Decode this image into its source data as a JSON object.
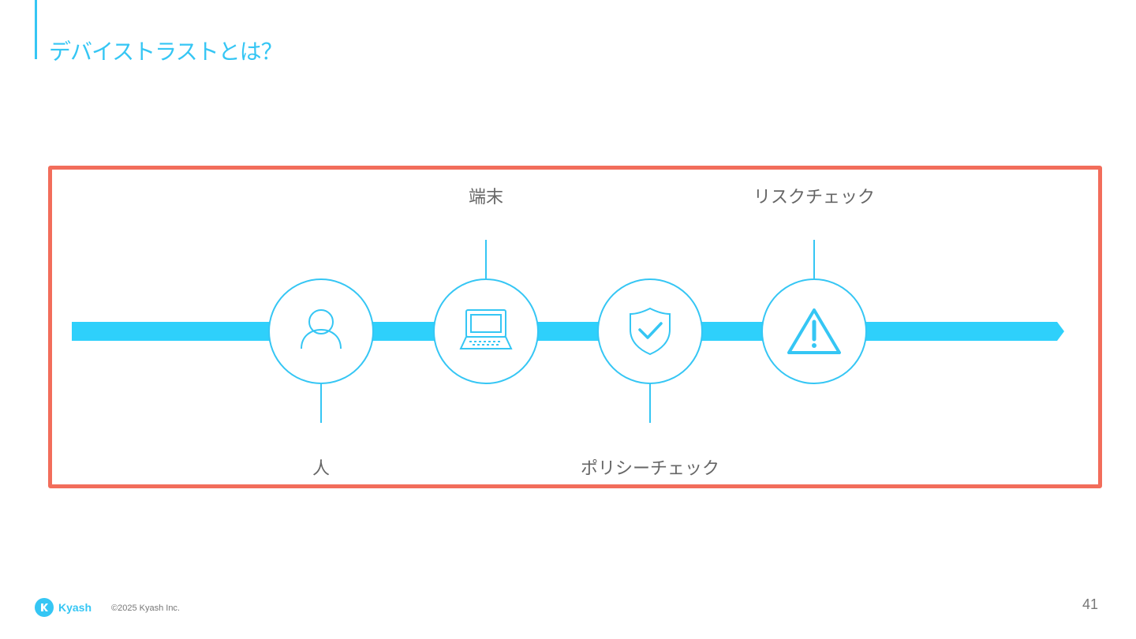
{
  "slide": {
    "title": "デバイストラストとは？"
  },
  "flow": {
    "steps": [
      {
        "label": "人",
        "icon": "person-icon"
      },
      {
        "label": "端末",
        "icon": "laptop-icon"
      },
      {
        "label": "ポリシーチェック",
        "icon": "shield-check-icon"
      },
      {
        "label": "リスクチェック",
        "icon": "warning-icon"
      }
    ]
  },
  "footer": {
    "logo_text": "Kyash",
    "copyright": "©2025 Kyash Inc.",
    "page_number": "41"
  },
  "colors": {
    "accent": "#35c6f4",
    "arrow": "#2ed0fb",
    "highlight_border": "#f26d5b",
    "label_text": "#666666"
  }
}
